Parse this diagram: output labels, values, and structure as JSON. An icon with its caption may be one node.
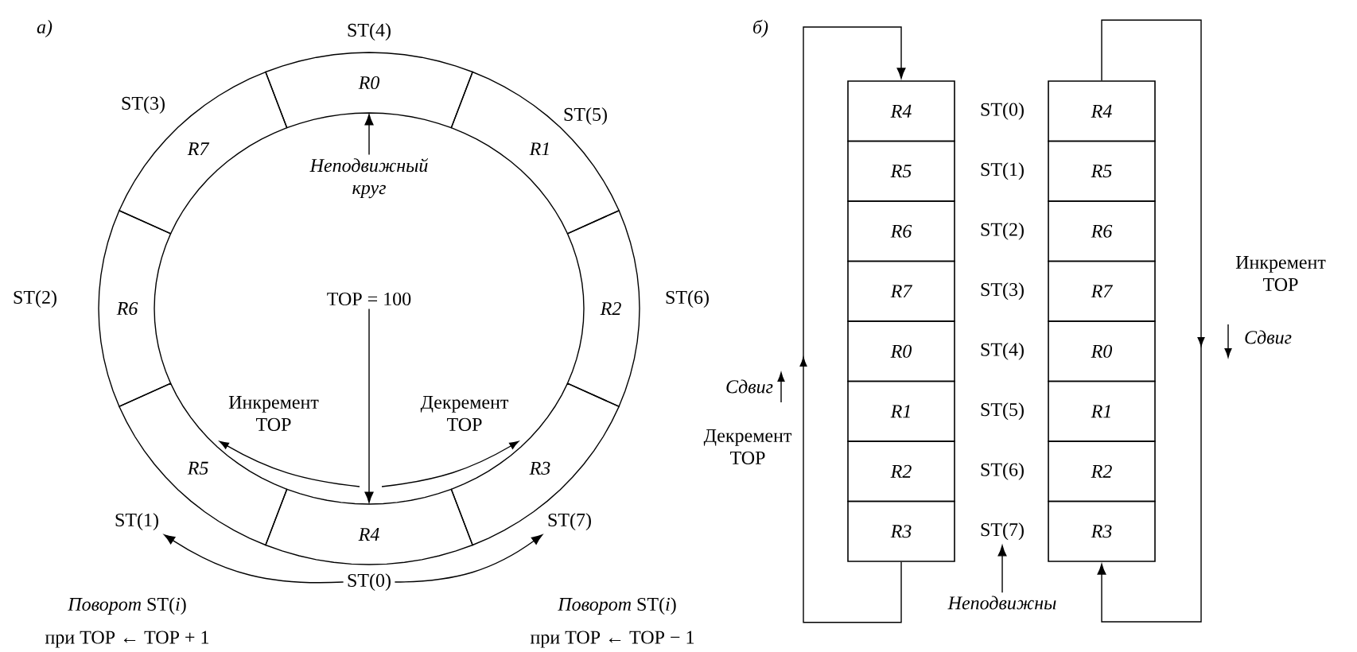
{
  "diagram": {
    "nodes": [
      {
        "text": [
          "R0"
        ]
      },
      {
        "text": [
          "R1"
        ]
      },
      {
        "text": [
          "R2"
        ]
      },
      {
        "text": [
          "R3"
        ]
      },
      {
        "text": [
          "R4"
        ]
      },
      {
        "text": [
          "R5"
        ]
      },
      {
        "text": [
          "R6"
        ]
      },
      {
        "text": [
          "R7"
        ]
      },
      {
        "text": [
          "Неподвижный круг"
        ]
      },
      {
        "text": [
          "TOP = 100"
        ]
      },
      {
        "text": [
          "ST(0)"
        ]
      },
      {
        "text": [
          "ST(1)"
        ]
      },
      {
        "text": [
          "ST(7)"
        ]
      },
      {
        "text": [
          "R4"
        ]
      },
      {
        "text": [
          "R5"
        ]
      },
      {
        "text": [
          "R6"
        ]
      },
      {
        "text": [
          "R7"
        ]
      },
      {
        "text": [
          "R0"
        ]
      },
      {
        "text": [
          "R1"
        ]
      },
      {
        "text": [
          "R2"
        ]
      },
      {
        "text": [
          "R3"
        ]
      },
      {
        "text": [
          "R4"
        ]
      },
      {
        "text": [
          "R5"
        ]
      },
      {
        "text": [
          "R6"
        ]
      },
      {
        "text": [
          "R7"
        ]
      },
      {
        "text": [
          "R0"
        ]
      },
      {
        "text": [
          "R1"
        ]
      },
      {
        "text": [
          "R2"
        ]
      },
      {
        "text": [
          "R3"
        ]
      },
      {
        "text": [
          "ST(7)"
        ]
      },
      {
        "text": [
          "Неподвижны"
        ]
      }
    ],
    "edges": [
      {
        "from": 8,
        "to": 0,
        "arrow": "to"
      },
      {
        "from": 9,
        "to": 4,
        "arrow": "to"
      },
      {
        "from": 10,
        "to": 11,
        "arrow": "to"
      },
      {
        "from": 10,
        "to": 12,
        "arrow": "to"
      },
      {
        "from": 20,
        "to": 13,
        "arrow": "to"
      },
      {
        "from": 21,
        "to": 28,
        "arrow": "to"
      },
      {
        "from": 30,
        "to": 29,
        "arrow": "to"
      }
    ],
    "labels": [
      "а)",
      "ST(4)",
      "ST(3)",
      "ST(5)",
      "ST(2)",
      "ST(6)",
      "Инкремент TOP",
      "Декремент TOP",
      "*Поворот* ST(*i*)",
      "при TOP ← TOP + 1",
      "*Поворот* ST(*i*)",
      "при TOP ← TOP − 1",
      "б)",
      "ST(0)",
      "ST(1)",
      "ST(2)",
      "ST(3)",
      "ST(4)",
      "ST(5)",
      "ST(6)",
      "Инкремент TOP",
      "Сдвиг",
      "Сдвиг",
      "Декремент TOP"
    ]
  }
}
